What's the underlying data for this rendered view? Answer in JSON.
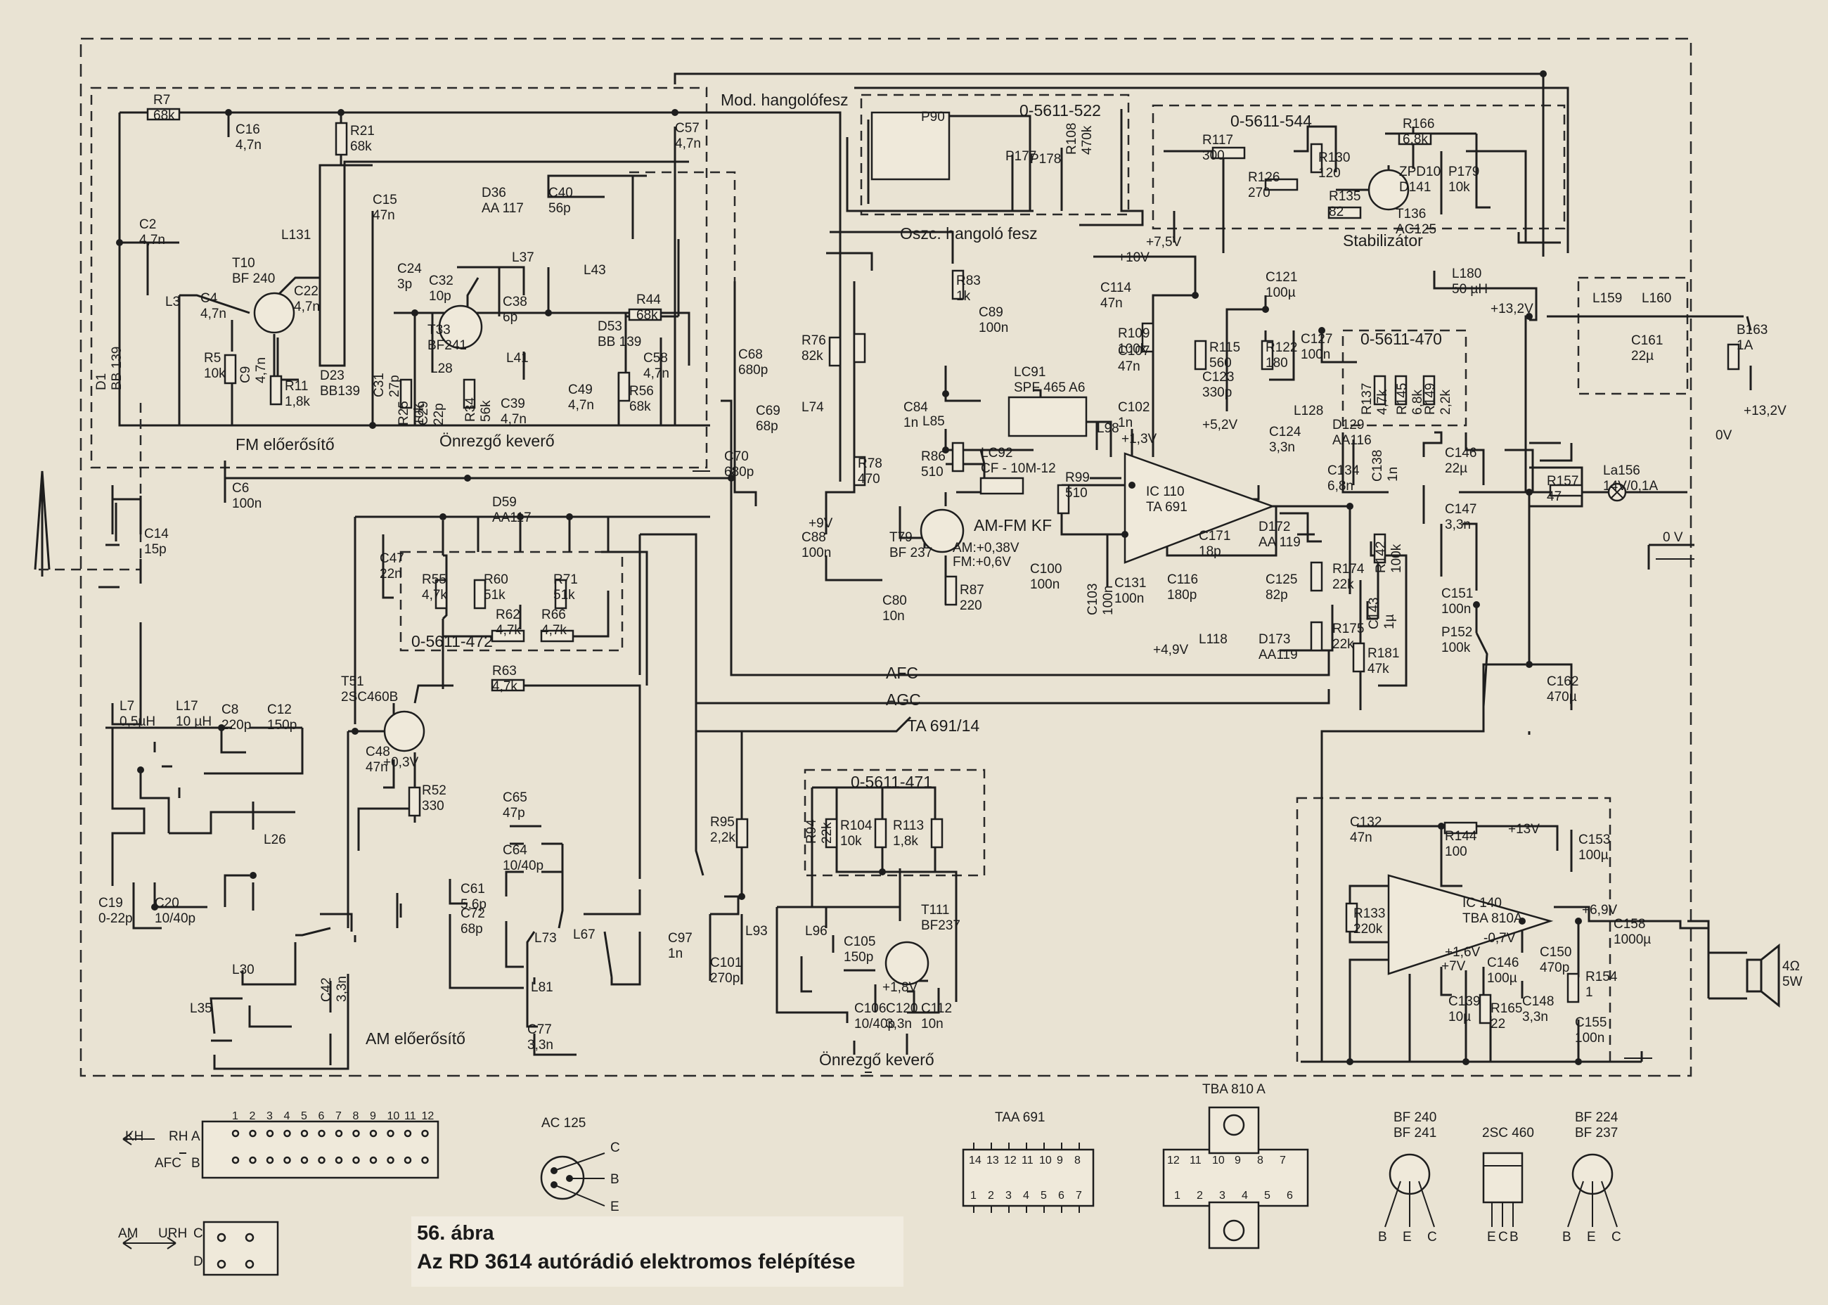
{
  "caption": {
    "figure": "56. ábra",
    "title": "Az RD 3614 autórádió elektromos felépítése"
  },
  "module_labels": {
    "fm_pre": "FM előerősítő",
    "fm_osc": "Önrezgő keverő",
    "am_pre": "AM előerősítő",
    "am_osc": "Önrezgő keverő",
    "mod_tune": "Mod. hangolófesz",
    "osc_tune": "Oszc. hangoló fesz",
    "stab": "Stabilizátor",
    "amfm_kf": "AM-FM KF",
    "afc": "AFC",
    "agc": "AGC",
    "ta_ref": "TA 691/14",
    "mod522": "0-5611-522",
    "mod544": "0-5611-544",
    "mod470": "0-5611-470",
    "mod472": "0-5611-472",
    "mod471": "0-5611-471"
  },
  "voltages": {
    "v10": "+10V",
    "v75": "+7,5V",
    "v132a": "+13,2V",
    "v132b": "+13,2V",
    "v0a": "0V",
    "v0b": "0 V",
    "v9": "+9V",
    "v13": "+1,3V",
    "v52": "+5,2V",
    "v49": "+4,9V",
    "v03": "+0,3V",
    "v18": "+1,8V",
    "am038": "AM:+0,38V",
    "fm06": "FM:+0,6V",
    "v13b": "+13V",
    "v69": "+6,9V",
    "v7": "+7V",
    "v16": "+1,6V",
    "v07": "-0,7V"
  },
  "components": {
    "R7": [
      "R7",
      "68k"
    ],
    "C16": [
      "C16",
      "4,7n"
    ],
    "R21": [
      "R21",
      "68k"
    ],
    "C57": [
      "C57",
      "4,7n"
    ],
    "C15": [
      "C15",
      "47n"
    ],
    "C2": [
      "C2",
      "4,7n"
    ],
    "T10": [
      "T10",
      "BF 240"
    ],
    "L131": [
      "L131",
      ""
    ],
    "C22": [
      "C22",
      "4,7n"
    ],
    "L3": [
      "L3",
      ""
    ],
    "C4": [
      "C4",
      "4,7n"
    ],
    "R5": [
      "R5",
      "10k"
    ],
    "C9": [
      "C9",
      "4,7n"
    ],
    "R11": [
      "R11",
      "1,8k"
    ],
    "D23": [
      "D23",
      "BB139"
    ],
    "D1": [
      "D1",
      "BB 139"
    ],
    "C6": [
      "C6",
      "100n"
    ],
    "D36": [
      "D36",
      "AA 117"
    ],
    "C40": [
      "C40",
      "56p"
    ],
    "L43": [
      "L43",
      ""
    ],
    "C24": [
      "C24",
      "3p"
    ],
    "C32": [
      "C32",
      "10p"
    ],
    "L37": [
      "L37",
      ""
    ],
    "T33": [
      "T33",
      "BF241"
    ],
    "C38": [
      "C38",
      "6p"
    ],
    "C31": [
      "C31",
      "27p"
    ],
    "L28": [
      "L28",
      ""
    ],
    "R25": [
      "R25",
      "10k"
    ],
    "C29": [
      "C29",
      "22p"
    ],
    "R34": [
      "R34",
      "56k"
    ],
    "L41": [
      "L41",
      ""
    ],
    "C39": [
      "C39",
      "4,7n"
    ],
    "D53": [
      "D53",
      "BB 139"
    ],
    "R44": [
      "R44",
      "68k"
    ],
    "C49": [
      "C49",
      "4,7n"
    ],
    "R56": [
      "R56",
      "68k"
    ],
    "C58": [
      "C58",
      "4,7n"
    ],
    "C68": [
      "C68",
      "680p"
    ],
    "C69": [
      "C69",
      "68p"
    ],
    "L74": [
      "L74",
      ""
    ],
    "C70": [
      "C70",
      "680p"
    ],
    "R76": [
      "R76",
      "82k"
    ],
    "R78": [
      "R78",
      "470"
    ],
    "P90": [
      "P90",
      ""
    ],
    "P177": [
      "P177",
      ""
    ],
    "P178": [
      "P178",
      ""
    ],
    "R108": [
      "R108",
      "470k"
    ],
    "R117": [
      "R117",
      "300"
    ],
    "R130": [
      "R130",
      "120"
    ],
    "R166": [
      "R166",
      "6,8k"
    ],
    "D141": [
      "ZPD10",
      "D141"
    ],
    "R126": [
      "R126",
      "270"
    ],
    "R135": [
      "R135",
      "82"
    ],
    "T136": [
      "T136",
      "AC125"
    ],
    "P179": [
      "P179",
      "10k"
    ],
    "L180": [
      "L180",
      "50 µH"
    ],
    "R83": [
      "R83",
      "1k"
    ],
    "C89": [
      "C89",
      "100n"
    ],
    "C121": [
      "C121",
      "100µ"
    ],
    "C114": [
      "C114",
      "47n"
    ],
    "R109": [
      "R109",
      "100k"
    ],
    "C107": [
      "C107",
      "47n"
    ],
    "R115": [
      "R115",
      "560"
    ],
    "R122": [
      "R122",
      "180"
    ],
    "C127": [
      "C127",
      "100n"
    ],
    "C123": [
      "C123",
      "330p"
    ],
    "LC91": [
      "LC91",
      "SPF 465 A6"
    ],
    "C84": [
      "C84",
      "1n"
    ],
    "L85": [
      "L85",
      ""
    ],
    "R86": [
      "R86",
      "510"
    ],
    "LC92": [
      "LC92",
      "CF - 10M-12"
    ],
    "L98": [
      "L98",
      ""
    ],
    "C102": [
      "C102",
      "1n"
    ],
    "L128": [
      "L128",
      ""
    ],
    "C124": [
      "C124",
      "3,3n"
    ],
    "R137": [
      "R137",
      "4,7k"
    ],
    "R145": [
      "R145",
      "6,8k"
    ],
    "R149": [
      "R149",
      "2,2k"
    ],
    "D129": [
      "D129",
      "AA116"
    ],
    "C134": [
      "C134",
      "6,8n"
    ],
    "C138": [
      "C138",
      "1n"
    ],
    "C146": [
      "C146",
      "22µ"
    ],
    "C147": [
      "C147",
      "3,3n"
    ],
    "R157": [
      "R157",
      "47"
    ],
    "La156": [
      "La156",
      "14V/0,1A"
    ],
    "L159": [
      "L159",
      ""
    ],
    "L160": [
      "L160",
      ""
    ],
    "C161": [
      "C161",
      "22µ"
    ],
    "B163": [
      "B163",
      "1A"
    ],
    "T79": [
      "T79",
      "BF 237"
    ],
    "C88": [
      "C88",
      "100n"
    ],
    "R99": [
      "R99",
      "510"
    ],
    "IC110": [
      "IC 110",
      "TA 691"
    ],
    "C100": [
      "C100",
      "100n"
    ],
    "C103": [
      "C103",
      "100n"
    ],
    "C131": [
      "C131",
      "100n"
    ],
    "C80": [
      "C80",
      "10n"
    ],
    "R87": [
      "R87",
      "220"
    ],
    "C171": [
      "C171",
      "18p"
    ],
    "D172": [
      "D172",
      "AA 119"
    ],
    "R174": [
      "R174",
      "22k"
    ],
    "C125": [
      "C125",
      "82p"
    ],
    "C116": [
      "C116",
      "180p"
    ],
    "L118": [
      "L118",
      ""
    ],
    "D173": [
      "D173",
      "AA119"
    ],
    "R175": [
      "R175",
      "22k"
    ],
    "R142": [
      "R142",
      "100k"
    ],
    "C143": [
      "C143",
      "1µ"
    ],
    "R181": [
      "R181",
      "47k"
    ],
    "C151": [
      "C151",
      "100n"
    ],
    "P152": [
      "P152",
      "100k"
    ],
    "C162": [
      "C162",
      "470µ"
    ],
    "C47": [
      "C47",
      "22n"
    ],
    "D59": [
      "D59",
      "AA117"
    ],
    "R55": [
      "R55",
      "4,7k"
    ],
    "R60": [
      "R60",
      "51k"
    ],
    "R71": [
      "R71",
      "51k"
    ],
    "R62": [
      "R62",
      "4,7k"
    ],
    "R66": [
      "R66",
      "4,7k"
    ],
    "T51": [
      "T51",
      "2SC460B"
    ],
    "R63": [
      "R63",
      "4,7k"
    ],
    "C48": [
      "C48",
      "47n"
    ],
    "R52": [
      "R52",
      "330"
    ],
    "C14": [
      "C14",
      "15p"
    ],
    "L7": [
      "L7",
      "0,5µH"
    ],
    "L17": [
      "L17",
      "10 µH"
    ],
    "C8": [
      "C8",
      "220p"
    ],
    "C12": [
      "C12",
      "150p"
    ],
    "C19": [
      "C19",
      "0-22p"
    ],
    "C20": [
      "C20",
      "10/40p"
    ],
    "L26": [
      "L26",
      ""
    ],
    "L30": [
      "L30",
      ""
    ],
    "L35": [
      "L35",
      ""
    ],
    "C42": [
      "C42",
      "3,3n"
    ],
    "C65": [
      "C65",
      "47p"
    ],
    "C64": [
      "C64",
      "10/40p"
    ],
    "C61": [
      "C61",
      "5,6p"
    ],
    "C72": [
      "C72",
      "68p"
    ],
    "L73": [
      "L73",
      ""
    ],
    "L81": [
      "L81",
      ""
    ],
    "L67": [
      "L67",
      ""
    ],
    "C77": [
      "C77",
      "3,3n"
    ],
    "R95": [
      "R95",
      "2,2k"
    ],
    "R94": [
      "R94",
      "22k"
    ],
    "R104": [
      "R104",
      "10k"
    ],
    "R113": [
      "R113",
      "1,8k"
    ],
    "C97": [
      "C97",
      "1n"
    ],
    "C101": [
      "C101",
      "270p"
    ],
    "L93": [
      "L93",
      ""
    ],
    "L96": [
      "L96",
      ""
    ],
    "C105": [
      "C105",
      "150p"
    ],
    "T111": [
      "T111",
      "BF237"
    ],
    "C106": [
      "C106",
      "10/40p"
    ],
    "C120": [
      "C120",
      "3,3n"
    ],
    "C112": [
      "C112",
      "10n"
    ],
    "C132": [
      "C132",
      "47n"
    ],
    "R144": [
      "R144",
      "100"
    ],
    "C153": [
      "C153",
      "100µ"
    ],
    "R133": [
      "R133",
      "220k"
    ],
    "IC140": [
      "IC 140",
      "TBA 810A"
    ],
    "C158": [
      "C158",
      "1000µ"
    ],
    "C150": [
      "C150",
      "470p"
    ],
    "R154": [
      "R154",
      "1"
    ],
    "C146b": [
      "C146",
      "100µ"
    ],
    "C139": [
      "C139",
      "10µ"
    ],
    "R165": [
      "R165",
      "22"
    ],
    "C148": [
      "C148",
      "3,3n"
    ],
    "C155": [
      "C155",
      "100n"
    ],
    "SPK": [
      "4Ω",
      "5W"
    ]
  },
  "switch": {
    "numbers": [
      "1",
      "2",
      "3",
      "4",
      "5",
      "6",
      "7",
      "8",
      "9",
      "10",
      "11",
      "12"
    ],
    "kh": "KH",
    "rh": "RH",
    "afc": "AFC",
    "a": "A",
    "b": "B",
    "am": "AM",
    "urh": "URH",
    "c": "C",
    "d": "D"
  },
  "packages": {
    "ac125": {
      "name": "AC 125",
      "pins": [
        "C",
        "B",
        "E"
      ]
    },
    "taa691": {
      "name": "TAA 691",
      "top": [
        "14",
        "13",
        "12",
        "11",
        "10",
        "9",
        "8"
      ],
      "bottom": [
        "1",
        "2",
        "3",
        "4",
        "5",
        "6",
        "7"
      ]
    },
    "tba810": {
      "name": "TBA 810 A",
      "top": [
        "12",
        "11",
        "10",
        "9",
        "8",
        "7"
      ],
      "bottom": [
        "1",
        "2",
        "3",
        "4",
        "5",
        "6"
      ]
    },
    "bf240": {
      "name1": "BF 240",
      "name2": "BF 241",
      "pins": [
        "B",
        "E",
        "C"
      ]
    },
    "sc460": {
      "name": "2SC 460",
      "pins": [
        "E",
        "C",
        "B"
      ]
    },
    "bf224": {
      "name1": "BF 224",
      "name2": "BF 237",
      "pins": [
        "B",
        "E",
        "C"
      ]
    }
  },
  "colors": {
    "paper": "#e9e3d3",
    "ink": "#1e1e1e"
  }
}
